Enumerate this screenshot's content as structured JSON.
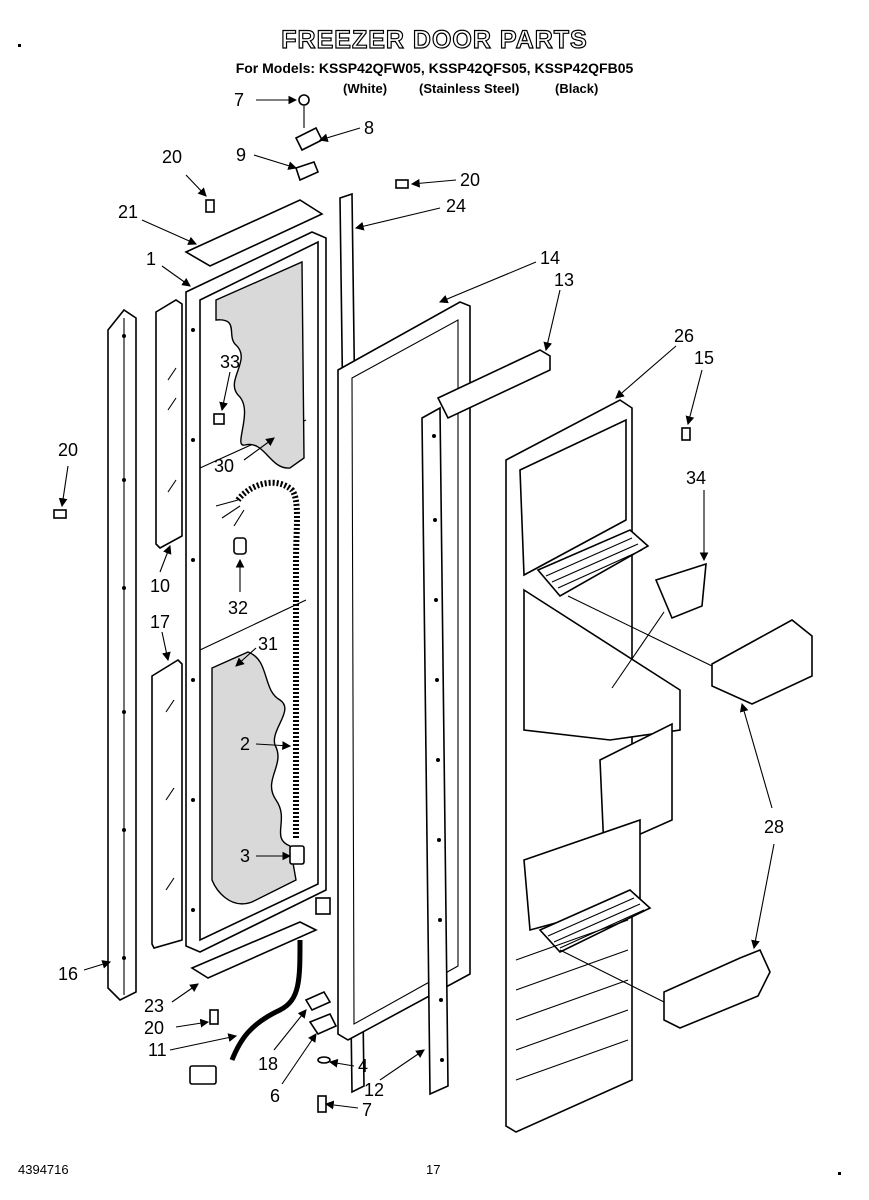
{
  "title": "FREEZER DOOR PARTS",
  "models_line": "For Models: KSSP42QFW05, KSSP42QFS05, KSSP42QFB05",
  "finishes": [
    "(White)",
    "(Stainless Steel)",
    "(Black)"
  ],
  "footer": {
    "doc_number": "4394716",
    "page_number": "17"
  },
  "callouts": [
    {
      "id": "c7a",
      "label": "7"
    },
    {
      "id": "c8",
      "label": "8"
    },
    {
      "id": "c9",
      "label": "9"
    },
    {
      "id": "c20a",
      "label": "20"
    },
    {
      "id": "c20b",
      "label": "20"
    },
    {
      "id": "c21",
      "label": "21"
    },
    {
      "id": "c24",
      "label": "24"
    },
    {
      "id": "c1",
      "label": "1"
    },
    {
      "id": "c14",
      "label": "14"
    },
    {
      "id": "c13",
      "label": "13"
    },
    {
      "id": "c26",
      "label": "26"
    },
    {
      "id": "c15",
      "label": "15"
    },
    {
      "id": "c33",
      "label": "33"
    },
    {
      "id": "c20c",
      "label": "20"
    },
    {
      "id": "c30",
      "label": "30"
    },
    {
      "id": "c34",
      "label": "34"
    },
    {
      "id": "c10",
      "label": "10"
    },
    {
      "id": "c32",
      "label": "32"
    },
    {
      "id": "c17",
      "label": "17"
    },
    {
      "id": "c31",
      "label": "31"
    },
    {
      "id": "c2",
      "label": "2"
    },
    {
      "id": "c28",
      "label": "28"
    },
    {
      "id": "c3",
      "label": "3"
    },
    {
      "id": "c16",
      "label": "16"
    },
    {
      "id": "c23",
      "label": "23"
    },
    {
      "id": "c20d",
      "label": "20"
    },
    {
      "id": "c11",
      "label": "11"
    },
    {
      "id": "c18",
      "label": "18"
    },
    {
      "id": "c4",
      "label": "4"
    },
    {
      "id": "c12",
      "label": "12"
    },
    {
      "id": "c6",
      "label": "6"
    },
    {
      "id": "c7b",
      "label": "7"
    }
  ]
}
